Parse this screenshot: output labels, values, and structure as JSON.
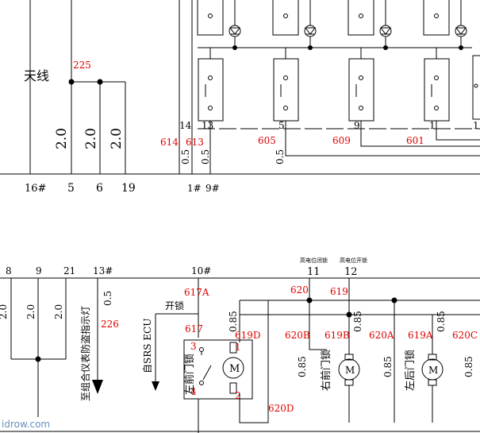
{
  "colors": {
    "wire": "#000000",
    "wire_id": "#e00000",
    "watermark": "#6a8fc0"
  },
  "top": {
    "antenna_label": "天线",
    "antenna_wire": "225",
    "gauges": [
      "2.0",
      "2.0",
      "2.0"
    ],
    "pins_left": [
      "16#",
      "5",
      "6",
      "19"
    ],
    "relay_pins": [
      "14",
      "13",
      "5",
      "9",
      "1",
      "1"
    ],
    "wires_red": [
      "614",
      "613",
      "605",
      "609",
      "601"
    ],
    "gauges_small": [
      "0.5",
      "0.5",
      "0.5"
    ],
    "pins_mid": [
      "1#",
      "9#"
    ]
  },
  "bottom": {
    "pins_left": [
      "8",
      "9",
      "21",
      "13#"
    ],
    "gauges_left": [
      "2.0",
      "2.0",
      "2.0"
    ],
    "gauge_vert": "0.5",
    "indicator_text": "至组合仪表防盗指示灯",
    "indicator_wire": "226",
    "srs_text": "自SRS ECU",
    "pin_10": "10#",
    "wire_617A": "617A",
    "unlock_label": "开锁",
    "wire_617": "617",
    "gauge_085": "0.85",
    "term_3": "3",
    "term_1": "1",
    "term_4": "4",
    "term_2": "2",
    "wire_619D": "619D",
    "left_door_lock": "左前门锁",
    "motor_label": "M",
    "wire_620D": "620D",
    "hi_lock_label": "高电位闭锁",
    "hi_unlock_label": "高电位开锁",
    "pin_11": "11",
    "pin_12": "12",
    "wire_620": "620",
    "wire_619": "619",
    "wire_620B": "620B",
    "wire_619B": "619B",
    "wire_620A": "620A",
    "wire_619A": "619A",
    "wire_620C": "620C",
    "right_front_lock": "右前门锁",
    "left_rear_lock": "左后门锁",
    "watermark": "idrow.com"
  }
}
